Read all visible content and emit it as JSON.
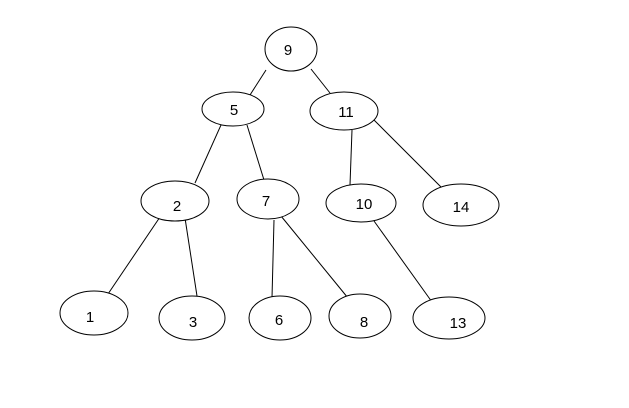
{
  "tree": {
    "nodes": [
      {
        "id": "n9",
        "label": "9"
      },
      {
        "id": "n5",
        "label": "5"
      },
      {
        "id": "n11",
        "label": "11"
      },
      {
        "id": "n2",
        "label": "2"
      },
      {
        "id": "n7",
        "label": "7"
      },
      {
        "id": "n10",
        "label": "10"
      },
      {
        "id": "n14",
        "label": "14"
      },
      {
        "id": "n1",
        "label": "1"
      },
      {
        "id": "n3",
        "label": "3"
      },
      {
        "id": "n6",
        "label": "6"
      },
      {
        "id": "n8",
        "label": "8"
      },
      {
        "id": "n13",
        "label": "13"
      }
    ],
    "edges": [
      {
        "from": "n9",
        "to": "n5"
      },
      {
        "from": "n9",
        "to": "n11"
      },
      {
        "from": "n5",
        "to": "n2"
      },
      {
        "from": "n5",
        "to": "n7"
      },
      {
        "from": "n11",
        "to": "n10"
      },
      {
        "from": "n11",
        "to": "n14"
      },
      {
        "from": "n2",
        "to": "n1"
      },
      {
        "from": "n2",
        "to": "n3"
      },
      {
        "from": "n7",
        "to": "n6"
      },
      {
        "from": "n7",
        "to": "n8"
      },
      {
        "from": "n10",
        "to": "n13"
      }
    ]
  },
  "colors": {
    "stroke": "#000000",
    "fill": "#ffffff",
    "text": "#000000"
  }
}
